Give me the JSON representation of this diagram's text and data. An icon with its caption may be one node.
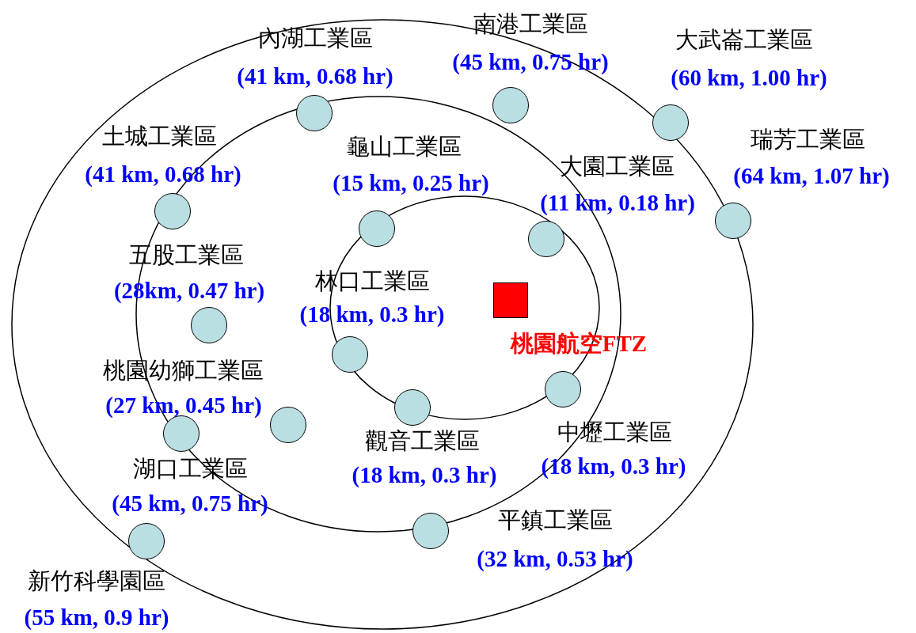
{
  "diagram": {
    "nodes": [
      {
        "text": [],
        "shape": "circle",
        "beside": [
          "南港工業區",
          "(45 km, 0.75 hr)"
        ]
      },
      {
        "text": [],
        "shape": "circle",
        "beside": [
          "內湖工業區",
          "(41 km, 0.68 hr)"
        ]
      },
      {
        "text": [],
        "shape": "circle",
        "beside": [
          "大武崙工業區",
          "(60 km, 1.00 hr)"
        ]
      },
      {
        "text": [],
        "shape": "circle",
        "beside": [
          "土城工業區",
          "(41 km, 0.68 hr)"
        ]
      },
      {
        "text": [],
        "shape": "circle",
        "beside": [
          "瑞芳工業區",
          "(64 km, 1.07 hr)"
        ]
      },
      {
        "text": [],
        "shape": "circle",
        "beside": [
          "龜山工業區",
          "(15 km, 0.25 hr)"
        ]
      },
      {
        "text": [],
        "shape": "circle",
        "beside": [
          "大園工業區",
          "(11 km, 0.18 hr)"
        ]
      },
      {
        "text": [],
        "shape": "circle",
        "beside": [
          "五股工業區",
          "(28km, 0.47 hr)"
        ]
      },
      {
        "text": [],
        "shape": "circle",
        "beside": [
          "林口工業區",
          "(18 km, 0.3 hr)"
        ]
      },
      {
        "text": [
          "桃園航空FTZ"
        ]
      },
      {
        "text": [],
        "shape": "circle",
        "beside": [
          "桃園幼獅工業區",
          "(27 km, 0.45 hr)"
        ]
      },
      {
        "text": [],
        "shape": "circle",
        "beside": [
          "中壢工業區",
          "(18 km, 0.3 hr)"
        ]
      },
      {
        "text": [],
        "shape": "circle",
        "beside": [
          "觀音工業區",
          "(18 km, 0.3 hr)"
        ]
      },
      {
        "text": [],
        "shape": "circle",
        "beside": [
          "湖口工業區",
          "(45 km, 0.75 hr)"
        ]
      },
      {
        "text": [],
        "shape": "circle",
        "beside": [
          "平鎮工業區",
          "(32 km, 0.53 hr)"
        ]
      },
      {
        "text": [],
        "shape": "circle",
        "beside": [
          "新竹科學園區",
          "(55 km, 0.9 hr)"
        ]
      }
    ]
  }
}
